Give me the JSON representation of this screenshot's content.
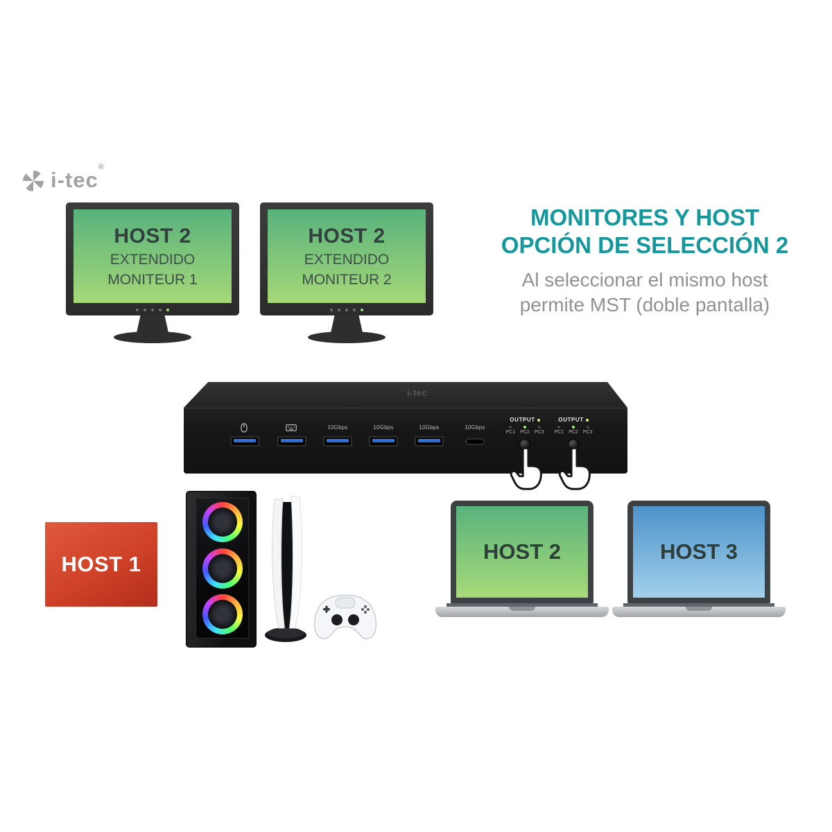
{
  "brand": {
    "logo_text": "i-tec",
    "registered": "®"
  },
  "heading": {
    "title_line1": "MONITORES Y HOST",
    "title_line2": "OPCIÓN DE SELECCIÓN 2",
    "subtitle_line1": "Al seleccionar el mismo host",
    "subtitle_line2": "permite MST (doble pantalla)"
  },
  "monitors": [
    {
      "line1": "HOST 2",
      "line2": "EXTENDIDO",
      "line3": "MONITEUR 1"
    },
    {
      "line1": "HOST 2",
      "line2": "EXTENDIDO",
      "line3": "MONITEUR 2"
    }
  ],
  "device": {
    "top_logo": "i-tec",
    "ports": [
      {
        "icon": "mouse-icon",
        "label": ""
      },
      {
        "icon": "keyboard-icon",
        "label": ""
      },
      {
        "icon": "usb-a-icon",
        "label": "10Gbps"
      },
      {
        "icon": "usb-a-icon",
        "label": "10Gbps"
      },
      {
        "icon": "usb-a-icon",
        "label": "10Gbps"
      },
      {
        "icon": "usb-c-icon",
        "label": "10Gbps"
      }
    ],
    "outputs": [
      {
        "label": "OUTPUT",
        "pcs": [
          "PC1",
          "PC2",
          "PC3"
        ]
      },
      {
        "label": "OUTPUT",
        "pcs": [
          "PC1",
          "PC2",
          "PC3"
        ]
      }
    ]
  },
  "hosts": {
    "host1": "HOST 1",
    "host2": "HOST 2",
    "host3": "HOST 3"
  },
  "colors": {
    "accent_teal": "#15979c",
    "subtitle_gray": "#8f9192",
    "screen_green_top": "#57b27c",
    "screen_green_bottom": "#a6d878",
    "screen_blue_top": "#4d92c9",
    "screen_blue_bottom": "#a2d0ec",
    "host1_red": "#cf4128"
  }
}
